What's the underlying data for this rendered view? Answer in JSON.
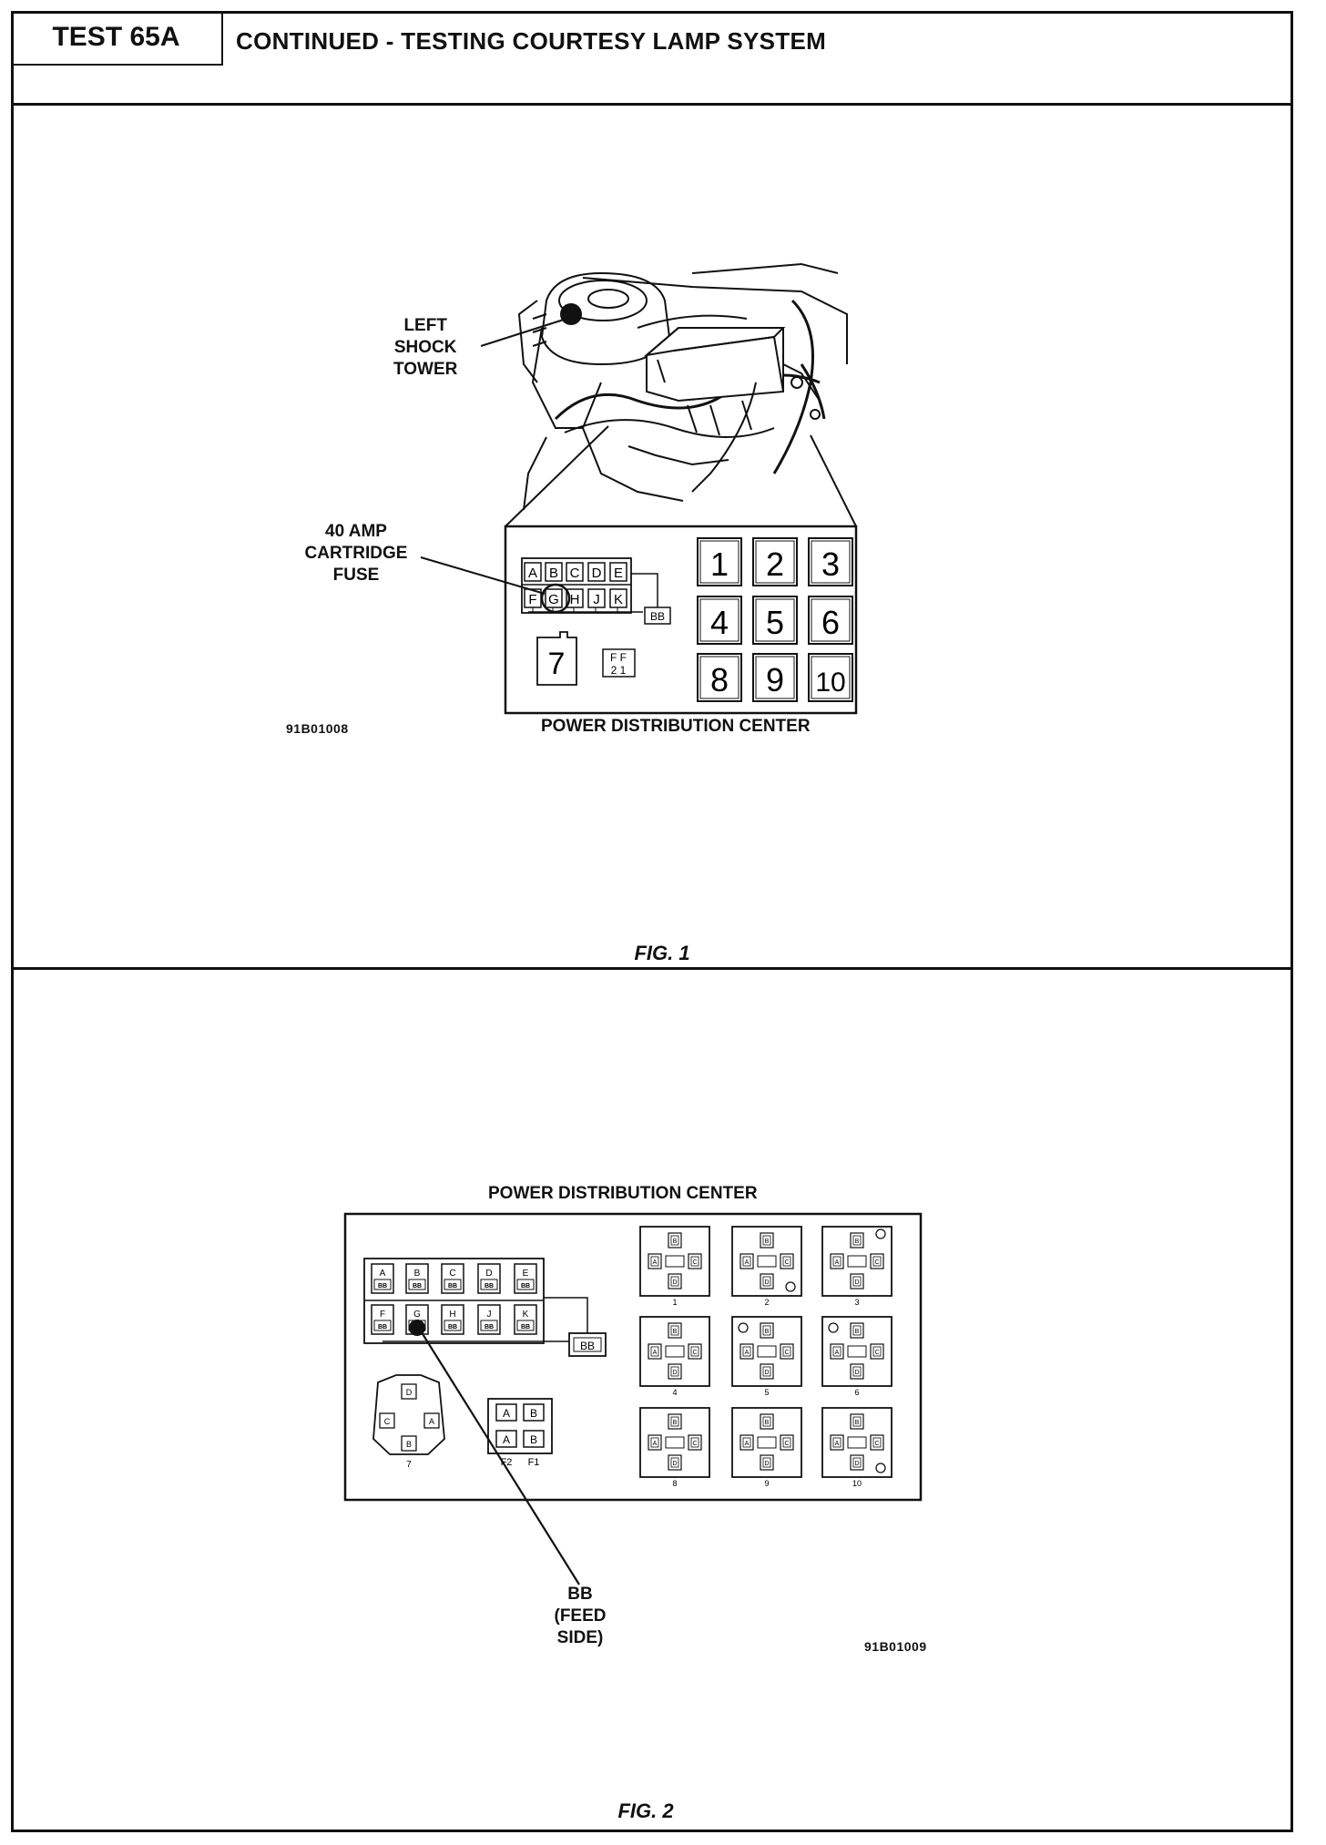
{
  "header": {
    "test_id": "TEST 65A",
    "title": "CONTINUED - TESTING COURTESY LAMP SYSTEM"
  },
  "fig1": {
    "caption": "FIG. 1",
    "label_shock_tower": "LEFT\nSHOCK\nTOWER",
    "label_fuse": "40 AMP\nCARTRIDGE\nFUSE",
    "label_pdc": "POWER DISTRIBUTION CENTER",
    "ref_number": "91B01008",
    "fuse_row_top": [
      "A",
      "B",
      "C",
      "D",
      "E"
    ],
    "fuse_row_bottom": [
      "F",
      "G",
      "H",
      "J",
      "K"
    ],
    "fuse_bb": "BB",
    "relays": [
      "1",
      "2",
      "3",
      "4",
      "5",
      "6",
      "8",
      "9",
      "10"
    ],
    "relay_7": "7",
    "ff_top": "F F",
    "ff_bottom": "2 1"
  },
  "fig2": {
    "caption": "FIG. 2",
    "label_pdc": "POWER DISTRIBUTION CENTER",
    "label_bb": "BB\n(FEED\nSIDE)",
    "ref_number": "91B01009",
    "fuse_row_top": [
      "A",
      "B",
      "C",
      "D",
      "E"
    ],
    "fuse_row_bottom": [
      "F",
      "G",
      "H",
      "J",
      "K"
    ],
    "fuse_inner": "BB",
    "fuse_bb": "BB",
    "relays": [
      "1",
      "2",
      "3",
      "4",
      "5",
      "6",
      "8",
      "9",
      "10"
    ],
    "relay_7": "7",
    "relay7_pins": [
      "D",
      "C",
      "A",
      "B"
    ],
    "ff_cells": [
      "A",
      "B",
      "A",
      "B"
    ],
    "ff_labels": [
      "F2",
      "F1"
    ],
    "relay_pins": [
      "B",
      "A",
      "C",
      "D"
    ]
  }
}
